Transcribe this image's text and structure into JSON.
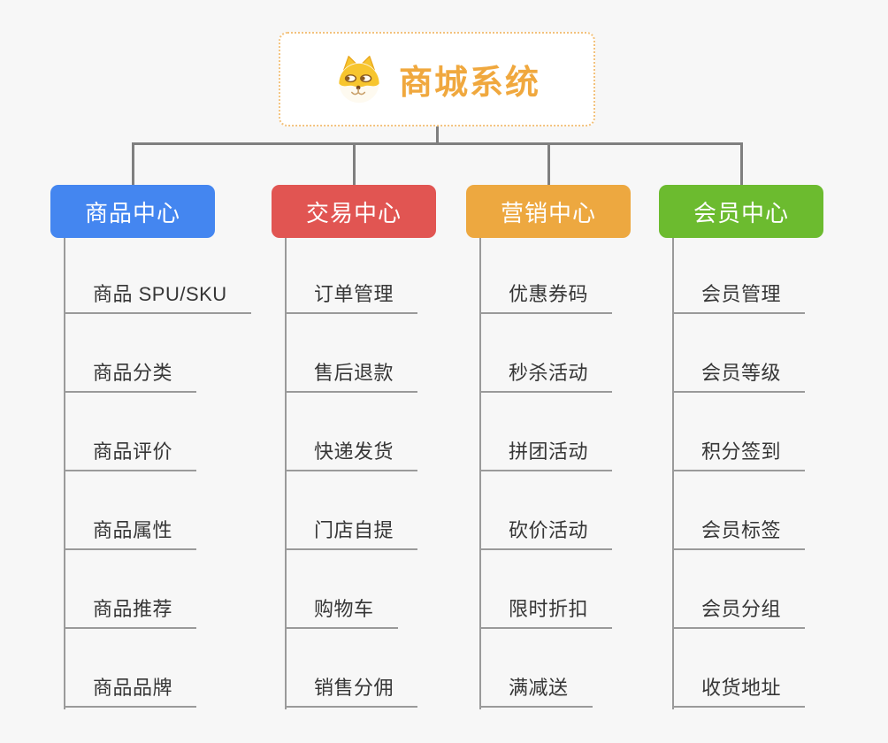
{
  "diagram": {
    "root": {
      "title": "商城系统",
      "icon": "shiba-dog-icon"
    },
    "branches": [
      {
        "id": "product-center",
        "label": "商品中心",
        "color": "#4486f0",
        "children": [
          "商品 SPU/SKU",
          "商品分类",
          "商品评价",
          "商品属性",
          "商品推荐",
          "商品品牌"
        ]
      },
      {
        "id": "trade-center",
        "label": "交易中心",
        "color": "#e15552",
        "children": [
          "订单管理",
          "售后退款",
          "快递发货",
          "门店自提",
          "购物车",
          "销售分佣"
        ]
      },
      {
        "id": "marketing-center",
        "label": "营销中心",
        "color": "#eda840",
        "children": [
          "优惠券码",
          "秒杀活动",
          "拼团活动",
          "砍价活动",
          "限时折扣",
          "满减送"
        ]
      },
      {
        "id": "member-center",
        "label": "会员中心",
        "color": "#6cbb2f",
        "children": [
          "会员管理",
          "会员等级",
          "积分签到",
          "会员标签",
          "会员分组",
          "收货地址"
        ]
      }
    ],
    "colors": {
      "background": "#f7f7f7",
      "root_text": "#f0a83e",
      "root_border": "#f3c27d",
      "connector": "#7f7f7f",
      "leaf_line": "#9a9a9a",
      "leaf_text": "#363636",
      "branch_text": "#ffffff"
    }
  }
}
